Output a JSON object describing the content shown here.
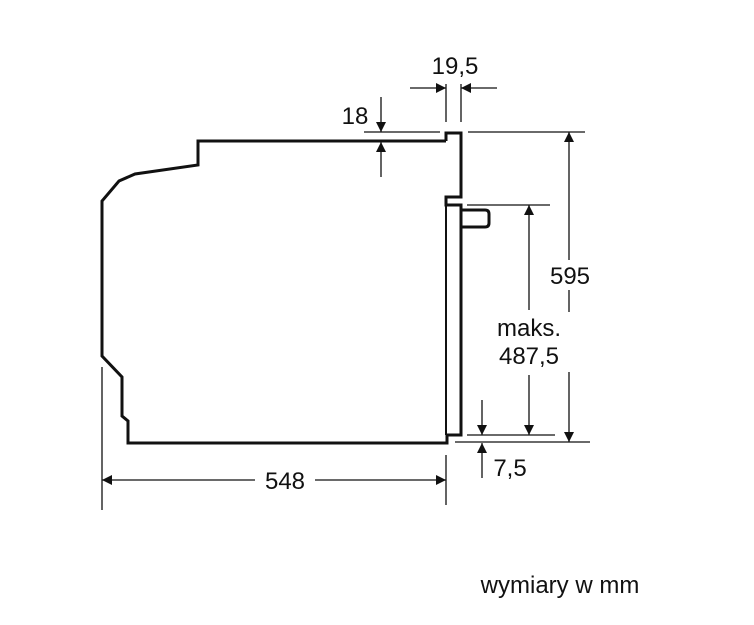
{
  "dimensions": {
    "door_thickness": "19,5",
    "top_offset": "18",
    "height": "595",
    "max_label": "maks.",
    "max_height": "487,5",
    "bottom_offset": "7,5",
    "depth": "548"
  },
  "caption": "wymiary w mm",
  "colors": {
    "line": "#111111",
    "background": "#ffffff"
  }
}
